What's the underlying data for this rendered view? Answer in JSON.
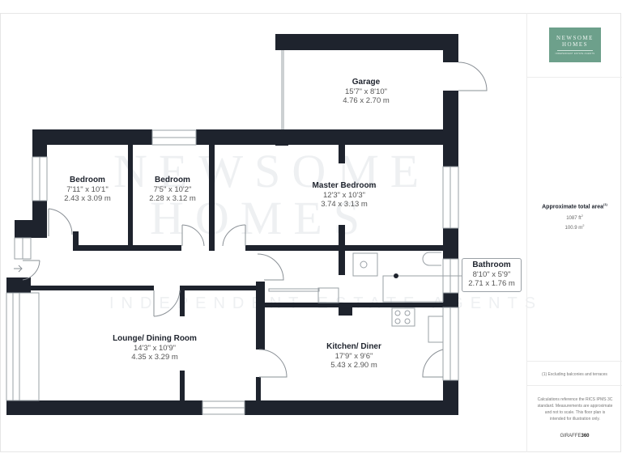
{
  "brand": {
    "logo_line1": "NEWSOME",
    "logo_line2": "HOMES",
    "logo_tagline": "INDEPENDENT ESTATE AGENTS",
    "logo_color": "#6da08b",
    "watermark_line1": "NEWSOME",
    "watermark_line2": "HOMES",
    "watermark_line3": "INDEPENDENT ESTATE AGENTS"
  },
  "rooms": [
    {
      "name": "Garage",
      "imperial": "15'7\" x 8'10\"",
      "metric": "4.76 x 2.70 m"
    },
    {
      "name": "Bedroom",
      "imperial": "7'11\" x 10'1\"",
      "metric": "2.43 x 3.09 m"
    },
    {
      "name": "Bedroom",
      "imperial": "7'5\" x 10'2\"",
      "metric": "2.28 x 3.12 m"
    },
    {
      "name": "Master Bedroom",
      "imperial": "12'3\" x 10'3\"",
      "metric": "3.74 x 3.13 m"
    },
    {
      "name": "Bathroom",
      "imperial": "8'10\" x 5'9\"",
      "metric": "2.71 x 1.76 m"
    },
    {
      "name": "Lounge/ Dining Room",
      "imperial": "14'3\" x 10'9\"",
      "metric": "4.35 x 3.29 m"
    },
    {
      "name": "Kitchen/ Diner",
      "imperial": "17'9\" x 9'6\"",
      "metric": "5.43 x 2.90 m"
    }
  ],
  "area": {
    "title": "Approximate total area",
    "title_note": "(1)",
    "sq_ft": "1087 ft",
    "sq_ft_unit_sup": "2",
    "sq_m": "100.9 m",
    "sq_m_unit_sup": "2"
  },
  "footnote": "(1) Excluding balconies and terraces",
  "disclaimer": "Calculations reference the RICS IPMS 3C standard. Measurements are approximate and not to scale. This floor plan is intended for illustration only.",
  "credit": {
    "prefix": "GIRAFFE",
    "suffix": "360"
  },
  "colors": {
    "wall": "#1e232d",
    "line": "#9aa0a6",
    "background": "#ffffff"
  },
  "icons": {
    "entrance": "arrow-right-icon"
  }
}
